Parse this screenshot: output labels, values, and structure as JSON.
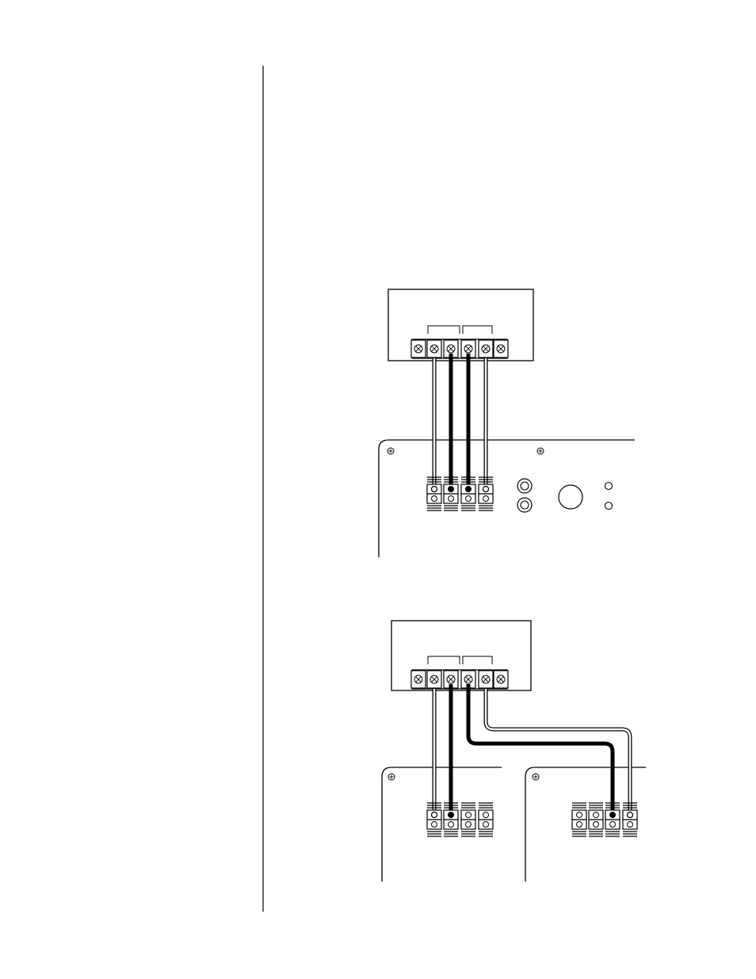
{
  "page": {
    "background": "#ffffff",
    "ink": "#000000"
  },
  "diagram_1": {
    "description_label": "",
    "amplifier_terminals": 6,
    "wires": [
      {
        "from": "amp-terminal-2",
        "to": "speaker-post-1",
        "style": "thin"
      },
      {
        "from": "amp-terminal-3",
        "to": "speaker-post-2",
        "style": "thick"
      },
      {
        "from": "amp-terminal-4",
        "to": "speaker-post-3",
        "style": "thick"
      },
      {
        "from": "amp-terminal-5",
        "to": "speaker-post-4",
        "style": "thin"
      }
    ]
  },
  "diagram_2": {
    "description_label": "",
    "amplifier_terminals": 6,
    "wires": [
      {
        "from": "amp-terminal-2",
        "to": "left-panel-post-1",
        "style": "thin"
      },
      {
        "from": "amp-terminal-3",
        "to": "left-panel-post-2",
        "style": "thick"
      },
      {
        "from": "amp-terminal-4",
        "to": "right-panel-post-3",
        "style": "thick"
      },
      {
        "from": "amp-terminal-5",
        "to": "right-panel-post-4",
        "style": "thin"
      }
    ]
  }
}
